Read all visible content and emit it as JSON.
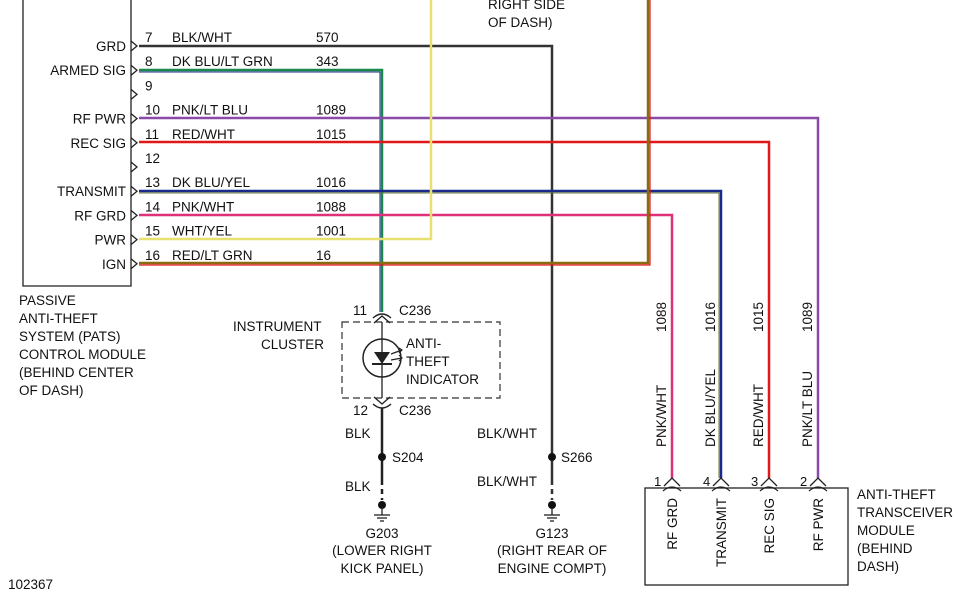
{
  "figure_id": "102367",
  "colors": {
    "brown": "#7a4a10",
    "black": "#222222",
    "dk_blu": "#1a2a8a",
    "lt_grn": "#2a9a3a",
    "pnk": "#d0306a",
    "lt_blu": "#7aa0e0",
    "purple": "#7a4aa0",
    "red": "#e01818",
    "wht": "#cccccc",
    "yel": "#e8e060",
    "orange": "#c08020"
  },
  "pats_module": {
    "desc": [
      "PASSIVE",
      "ANTI-THEFT",
      "SYSTEM (PATS)",
      "CONTROL MODULE",
      "(BEHIND CENTER",
      "OF DASH)"
    ]
  },
  "top_note": [
    "RIGHT SIDE",
    "OF DASH)"
  ],
  "pins": [
    {
      "name": "GRD",
      "num": "7",
      "color": "BLK/WHT",
      "circuit": "570"
    },
    {
      "name": "ARMED SIG",
      "num": "8",
      "color": "DK BLU/LT GRN",
      "circuit": "343"
    },
    {
      "name": "",
      "num": "9",
      "color": "",
      "circuit": ""
    },
    {
      "name": "RF PWR",
      "num": "10",
      "color": "PNK/LT BLU",
      "circuit": "1089"
    },
    {
      "name": "REC SIG",
      "num": "11",
      "color": "RED/WHT",
      "circuit": "1015"
    },
    {
      "name": "",
      "num": "12",
      "color": "",
      "circuit": ""
    },
    {
      "name": "TRANSMIT",
      "num": "13",
      "color": "DK BLU/YEL",
      "circuit": "1016"
    },
    {
      "name": "RF GRD",
      "num": "14",
      "color": "PNK/WHT",
      "circuit": "1088"
    },
    {
      "name": "PWR",
      "num": "15",
      "color": "WHT/YEL",
      "circuit": "1001"
    },
    {
      "name": "IGN",
      "num": "16",
      "color": "RED/LT GRN",
      "circuit": "16"
    }
  ],
  "instrument_cluster": {
    "name": [
      "INSTRUMENT",
      "CLUSTER"
    ],
    "indicator": [
      "ANTI-",
      "THEFT",
      "INDICATOR"
    ],
    "top_pin": "11",
    "top_conn": "C236",
    "bot_pin": "12",
    "bot_conn": "C236"
  },
  "ground_left": {
    "wire1": "BLK",
    "splice": "S204",
    "wire2": "BLK",
    "ground": "G203",
    "location": [
      "(LOWER RIGHT",
      "KICK PANEL)"
    ]
  },
  "ground_right": {
    "wire1": "BLK/WHT",
    "splice": "S266",
    "wire2": "BLK/WHT",
    "ground": "G123",
    "location": [
      "(RIGHT REAR OF",
      "ENGINE COMPT)"
    ]
  },
  "transceiver_wires": [
    {
      "circuit": "1088",
      "color": "PNK/WHT",
      "pin": "1",
      "name": "RF GRD"
    },
    {
      "circuit": "1016",
      "color": "DK BLU/YEL",
      "pin": "4",
      "name": "TRANSMIT"
    },
    {
      "circuit": "1015",
      "color": "RED/WHT",
      "pin": "3",
      "name": "REC SIG"
    },
    {
      "circuit": "1089",
      "color": "PNK/LT BLU",
      "pin": "2",
      "name": "RF PWR"
    }
  ],
  "transceiver_module": {
    "desc": [
      "ANTI-THEFT",
      "TRANSCEIVER",
      "MODULE",
      "(BEHIND",
      "DASH)"
    ]
  }
}
